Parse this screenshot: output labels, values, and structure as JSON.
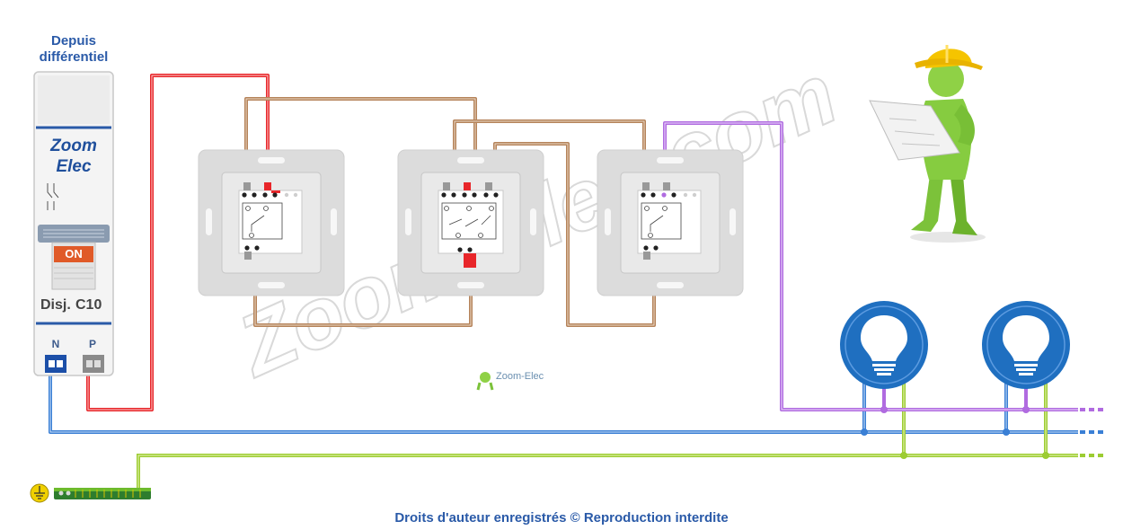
{
  "header": {
    "line1": "Depuis",
    "line2": "différentiel"
  },
  "breaker": {
    "brand_line1": "Zoom",
    "brand_line2": "Elec",
    "status": "ON",
    "model_prefix": "Disj.",
    "model": "C10",
    "terminal_n": "N",
    "terminal_p": "P"
  },
  "watermark": "Zoom-Elec.com",
  "logo_text": "Zoom-Elec",
  "footer": "Droits d'auteur enregistrés © Reproduction interdite",
  "colors": {
    "phase": "#e8262a",
    "neutral": "#3a7fd5",
    "earth": "#9ccc32",
    "traveler": "#b5835a",
    "return": "#b06be0",
    "brand": "#2a5aa8",
    "lamp": "#1f6fc0",
    "on_button": "#e05a28"
  },
  "icons": [
    "earth-symbol-icon",
    "lamp-icon",
    "worker-icon",
    "switch-mechanism-icon"
  ]
}
